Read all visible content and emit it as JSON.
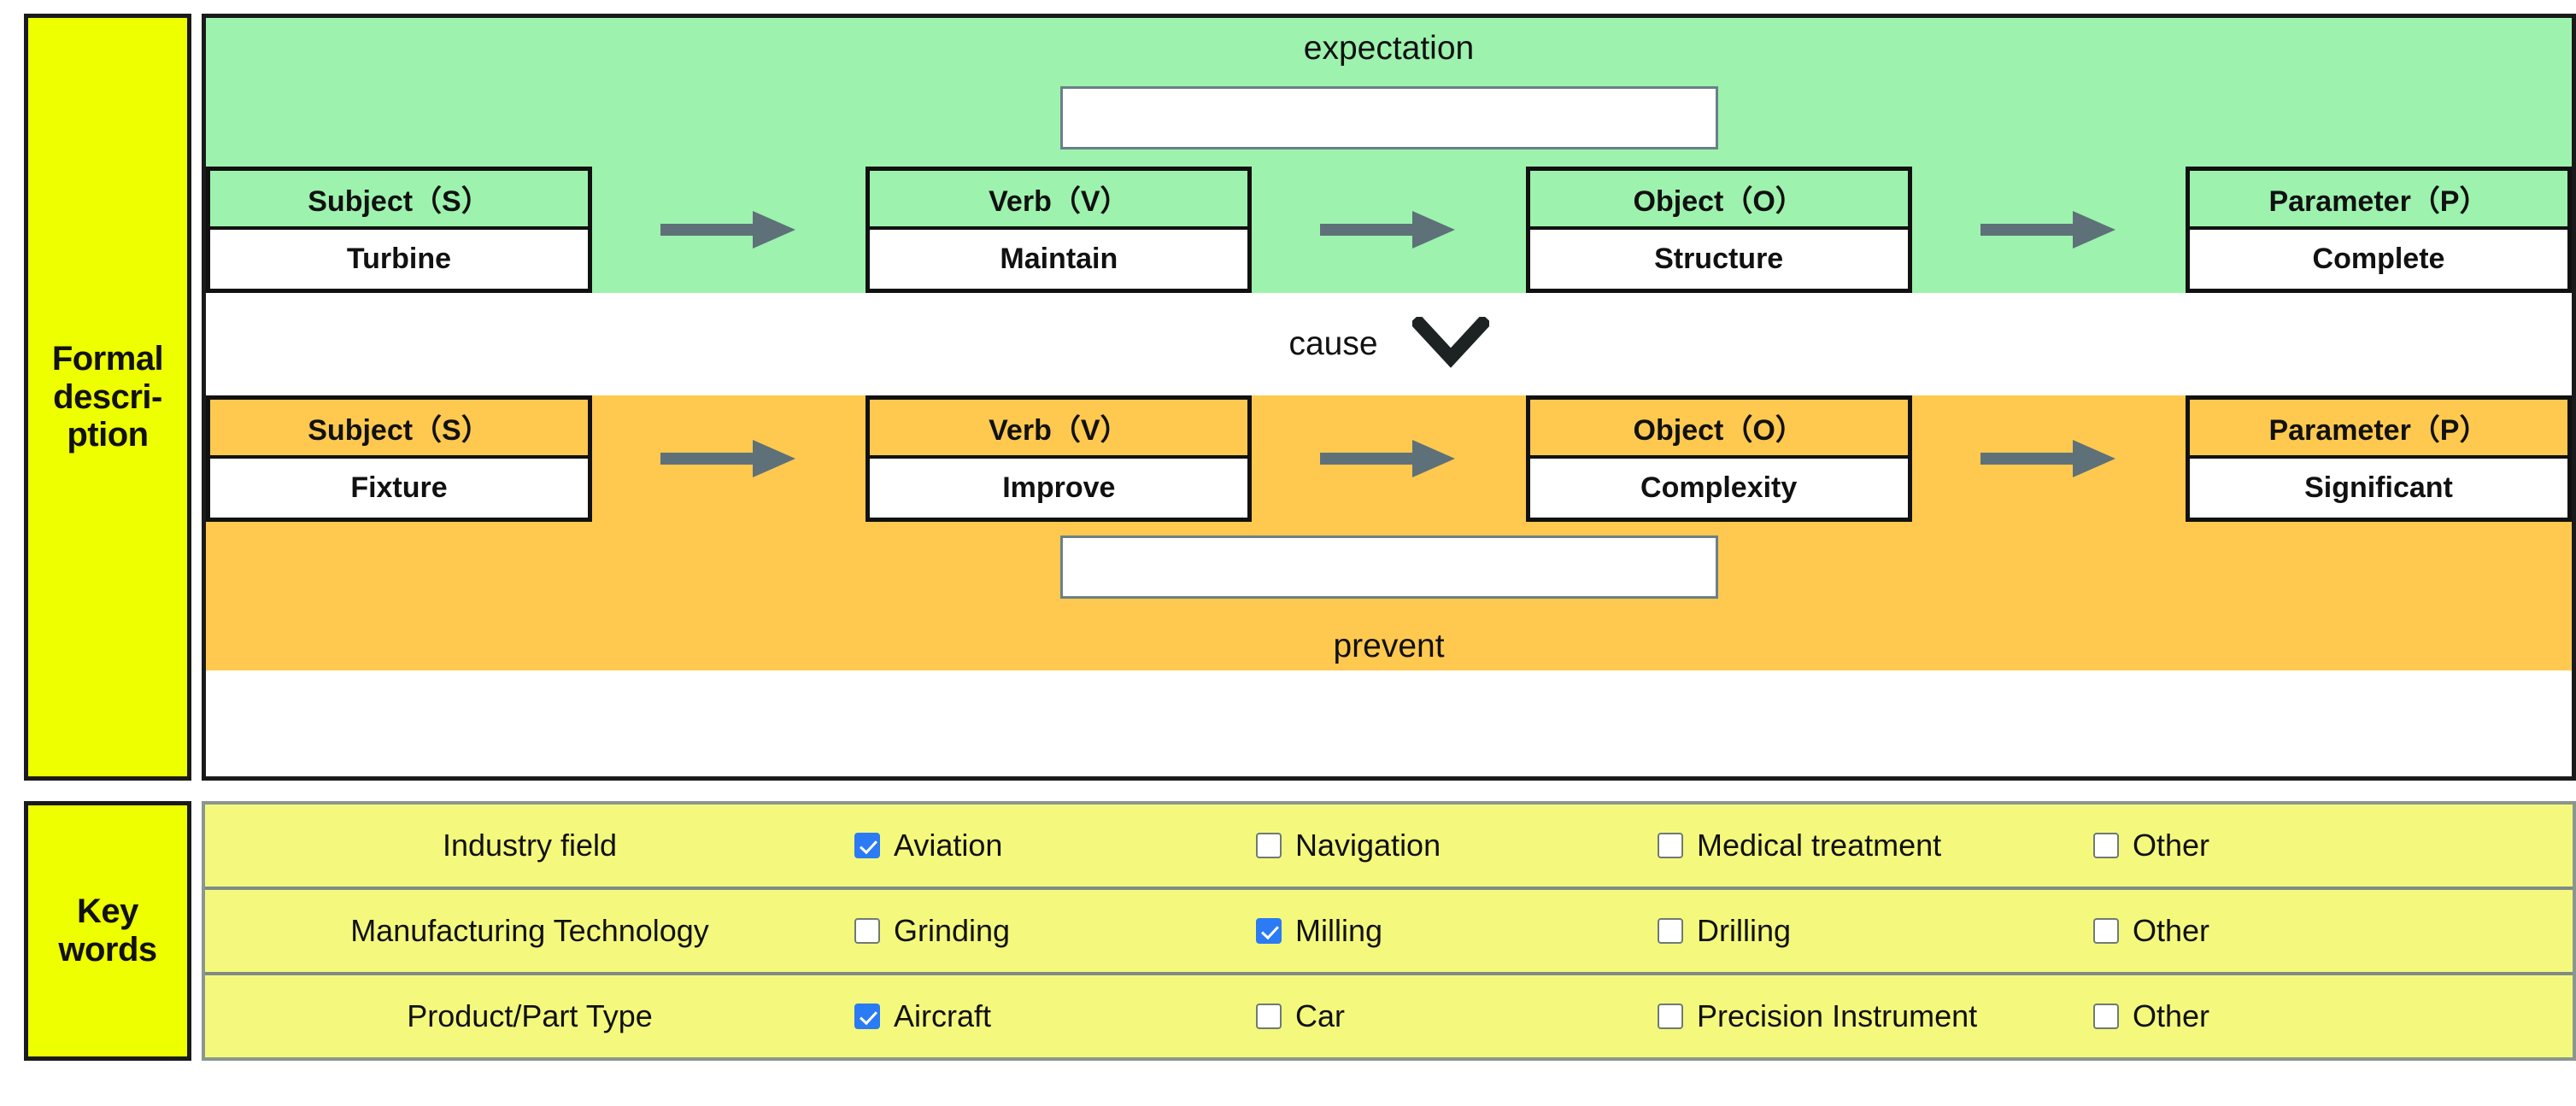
{
  "formal_description": {
    "side_label": "Formal descri-ption",
    "expectation": {
      "title": "expectation",
      "input_value": "",
      "input_placeholder": "",
      "cells": [
        {
          "head": "Subject（S）",
          "value": "Turbine"
        },
        {
          "head": "Verb（V）",
          "value": "Maintain"
        },
        {
          "head": "Object（O）",
          "value": "Structure"
        },
        {
          "head": "Parameter（P）",
          "value": "Complete"
        }
      ]
    },
    "cause": {
      "label": "cause",
      "icon": "chevron-down-icon"
    },
    "prevent": {
      "title": "prevent",
      "input_value": "",
      "input_placeholder": "",
      "cells": [
        {
          "head": "Subject（S）",
          "value": "Fixture"
        },
        {
          "head": "Verb（V）",
          "value": "Improve"
        },
        {
          "head": "Object（O）",
          "value": "Complexity"
        },
        {
          "head": "Parameter（P）",
          "value": "Significant"
        }
      ]
    },
    "arrow_icon": "arrow-right-icon"
  },
  "keywords": {
    "side_label": "Key words",
    "rows": [
      {
        "label": "Industry field",
        "options": [
          {
            "label": "Aviation",
            "checked": true
          },
          {
            "label": "Navigation",
            "checked": false
          },
          {
            "label": "Medical treatment",
            "checked": false
          },
          {
            "label": "Other",
            "checked": false
          }
        ]
      },
      {
        "label": "Manufacturing Technology",
        "options": [
          {
            "label": "Grinding",
            "checked": false
          },
          {
            "label": "Milling",
            "checked": true
          },
          {
            "label": "Drilling",
            "checked": false
          },
          {
            "label": "Other",
            "checked": false
          }
        ]
      },
      {
        "label": "Product/Part Type",
        "options": [
          {
            "label": "Aircraft",
            "checked": true
          },
          {
            "label": "Car",
            "checked": false
          },
          {
            "label": "Precision Instrument",
            "checked": false
          },
          {
            "label": "Other",
            "checked": false
          }
        ]
      }
    ]
  },
  "colors": {
    "expectation_band": "#9df2ae",
    "prevent_band": "#ffc94f",
    "side_label_yellow": "#eeff00",
    "keywords_yellow": "#f4f97d",
    "arrow_gray": "#5e7179",
    "checkbox_checked": "#2a7bf4"
  }
}
